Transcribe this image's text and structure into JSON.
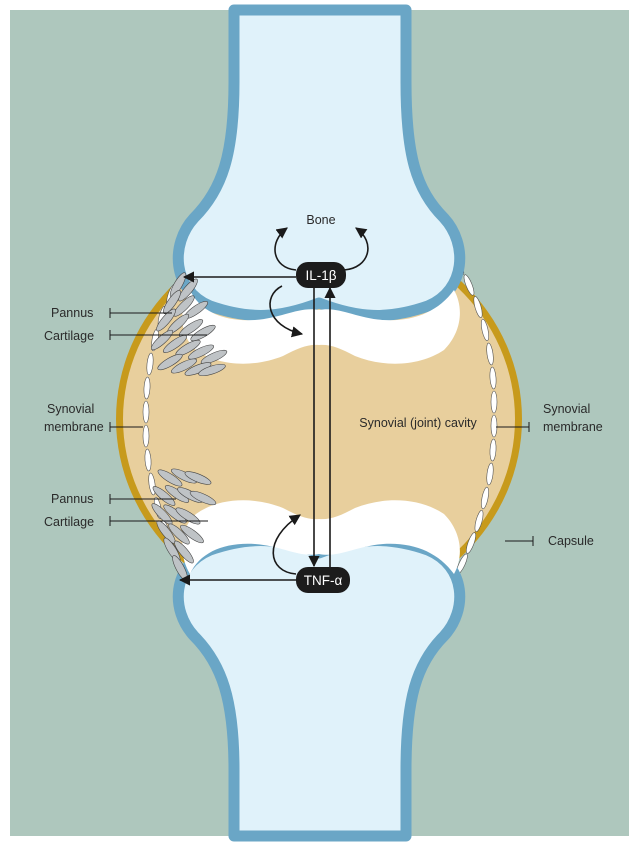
{
  "colors": {
    "background": "#aec7bd",
    "bone_fill": "#e0f2fa",
    "bone_outline": "#6aa6c6",
    "cavity": "#e8cf9d",
    "capsule": "#c79a1c",
    "cartilage": "#ffffff",
    "pannus": "#bfc3c6",
    "pill": "#1c1c1c",
    "arrow": "#1a1a1a"
  },
  "labels": {
    "bone": "Bone",
    "il1b": "IL-1β",
    "tnfa": "TNF-α",
    "pannus_top": "Pannus",
    "cartilage_top": "Cartilage",
    "synovial_left_1": "Synovial",
    "synovial_left_2": "membrane",
    "pannus_bottom": "Pannus",
    "cartilage_bottom": "Cartilage",
    "cavity": "Synovial (joint) cavity",
    "synovial_right_1": "Synovial",
    "synovial_right_2": "membrane",
    "capsule": "Capsule"
  }
}
